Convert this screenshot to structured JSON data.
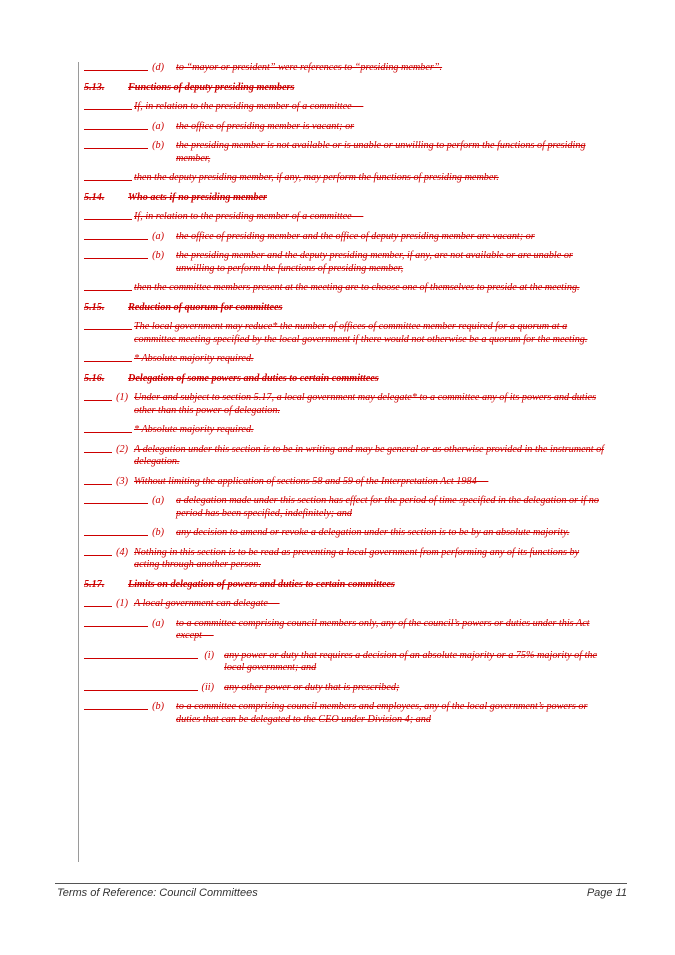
{
  "document": {
    "lines": [
      {
        "kind": "para",
        "level": 2,
        "num": "(d)",
        "text": "to “mayor or president” were references to “presiding member”."
      },
      {
        "kind": "heading",
        "num": "5.13.",
        "text": "Functions of deputy presiding members"
      },
      {
        "kind": "para",
        "level": 0,
        "num": "",
        "text": "If, in relation to the presiding member of a committee —"
      },
      {
        "kind": "para",
        "level": 2,
        "num": "(a)",
        "text": "the office of presiding member is vacant; or"
      },
      {
        "kind": "para",
        "level": 2,
        "num": "(b)",
        "text": "the presiding member is not available or is unable or unwilling to perform the functions of presiding member,"
      },
      {
        "kind": "para",
        "level": 0,
        "num": "",
        "text": "then the deputy presiding member, if any, may perform the functions of presiding member."
      },
      {
        "kind": "heading",
        "num": "5.14.",
        "text": "Who acts if no presiding member"
      },
      {
        "kind": "para",
        "level": 0,
        "num": "",
        "text": "If, in relation to the presiding member of a committee —"
      },
      {
        "kind": "para",
        "level": 2,
        "num": "(a)",
        "text": "the office of presiding member and the office of deputy presiding member are vacant; or"
      },
      {
        "kind": "para",
        "level": 2,
        "num": "(b)",
        "text": "the presiding member and the deputy presiding member, if any, are not available or are unable or unwilling to perform the functions of presiding member,"
      },
      {
        "kind": "para",
        "level": 0,
        "num": "",
        "text": "then the committee members present at the meeting are to choose one of themselves to preside at the meeting."
      },
      {
        "kind": "heading",
        "num": "5.15.",
        "text": "Reduction of quorum for committees"
      },
      {
        "kind": "para",
        "level": 0,
        "num": "",
        "text": "The local government may reduce* the number of offices of committee member required for a quorum at a committee meeting specified by the local government if there would not otherwise be a quorum for the meeting."
      },
      {
        "kind": "para",
        "level": 0,
        "num": "",
        "text": "* Absolute majority required."
      },
      {
        "kind": "heading",
        "num": "5.16.",
        "text": "Delegation of some powers and duties to certain committees"
      },
      {
        "kind": "para",
        "level": 1,
        "num": "(1)",
        "text": "Under and subject to section 5.17, a local government may delegate* to a committee any of its powers and duties other than this power of delegation."
      },
      {
        "kind": "para",
        "level": 0,
        "num": "",
        "text": "* Absolute majority required."
      },
      {
        "kind": "para",
        "level": 1,
        "num": "(2)",
        "text": "A delegation under this section is to be in writing and may be general or as otherwise provided in the instrument of delegation."
      },
      {
        "kind": "para",
        "level": 1,
        "num": "(3)",
        "text": "Without limiting the application of sections 58 and 59 of the Interpretation Act 1984 —"
      },
      {
        "kind": "para",
        "level": 2,
        "num": "(a)",
        "text": "a delegation made under this section has effect for the period of time specified in the delegation or if no period has been specified, indefinitely; and"
      },
      {
        "kind": "para",
        "level": 2,
        "num": "(b)",
        "text": "any decision to amend or revoke a delegation under this section is to be by an absolute majority."
      },
      {
        "kind": "para",
        "level": 1,
        "num": "(4)",
        "text": "Nothing in this section is to be read as preventing a local government from performing any of its functions by acting through another person."
      },
      {
        "kind": "heading",
        "num": "5.17.",
        "text": "Limits on delegation of powers and duties to certain committees"
      },
      {
        "kind": "para",
        "level": 1,
        "num": "(1)",
        "text": "A local government can delegate —"
      },
      {
        "kind": "para",
        "level": 2,
        "num": "(a)",
        "text": "to a committee comprising council members only, any of the council’s powers or duties under this Act except —"
      },
      {
        "kind": "para",
        "level": 3,
        "num": "(i)",
        "text": "any power or duty that requires a decision of an absolute majority or a 75% majority of the local government; and"
      },
      {
        "kind": "para",
        "level": 3,
        "num": "(ii)",
        "text": "any other power or duty that is prescribed;"
      },
      {
        "kind": "para",
        "level": 2,
        "num": "(b)",
        "text": "to a committee comprising council members and employees, any of the local government’s powers or duties that can be delegated to the CEO under Division 4; and"
      }
    ]
  },
  "footer": {
    "left": "Terms of Reference:   Council Committees",
    "right": "Page 11"
  },
  "colors": {
    "deleted_text": "#cc0000",
    "change_bar": "#9a9a9a",
    "footer_text": "#333333"
  }
}
